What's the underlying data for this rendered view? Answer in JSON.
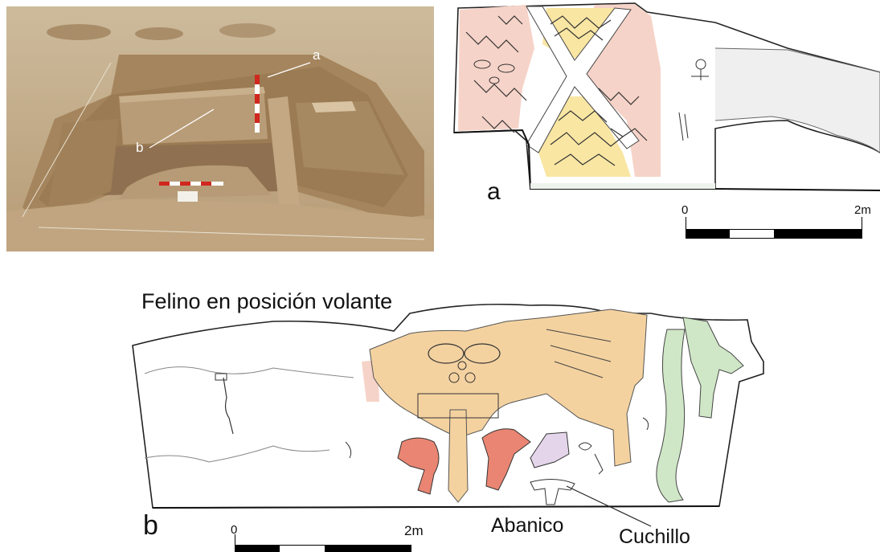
{
  "photo": {
    "label_a": "a",
    "label_b": "b"
  },
  "drawing_a": {
    "panel_label": "a",
    "scale": {
      "start": "0",
      "end": "2m"
    }
  },
  "drawing_b": {
    "panel_label": "b",
    "title": "Felino en posición volante",
    "scale": {
      "start": "0",
      "end": "2m"
    },
    "annotations": {
      "fan": "Abanico",
      "knife": "Cuchillo"
    }
  },
  "colors": {
    "pink": "#f6d3c8",
    "yellow": "#f9e6a3",
    "orange": "#f4d2a0",
    "red": "#e98572",
    "green": "#cfe7c6",
    "lilac": "#e4d5ea",
    "sand": "#c9b18e"
  }
}
